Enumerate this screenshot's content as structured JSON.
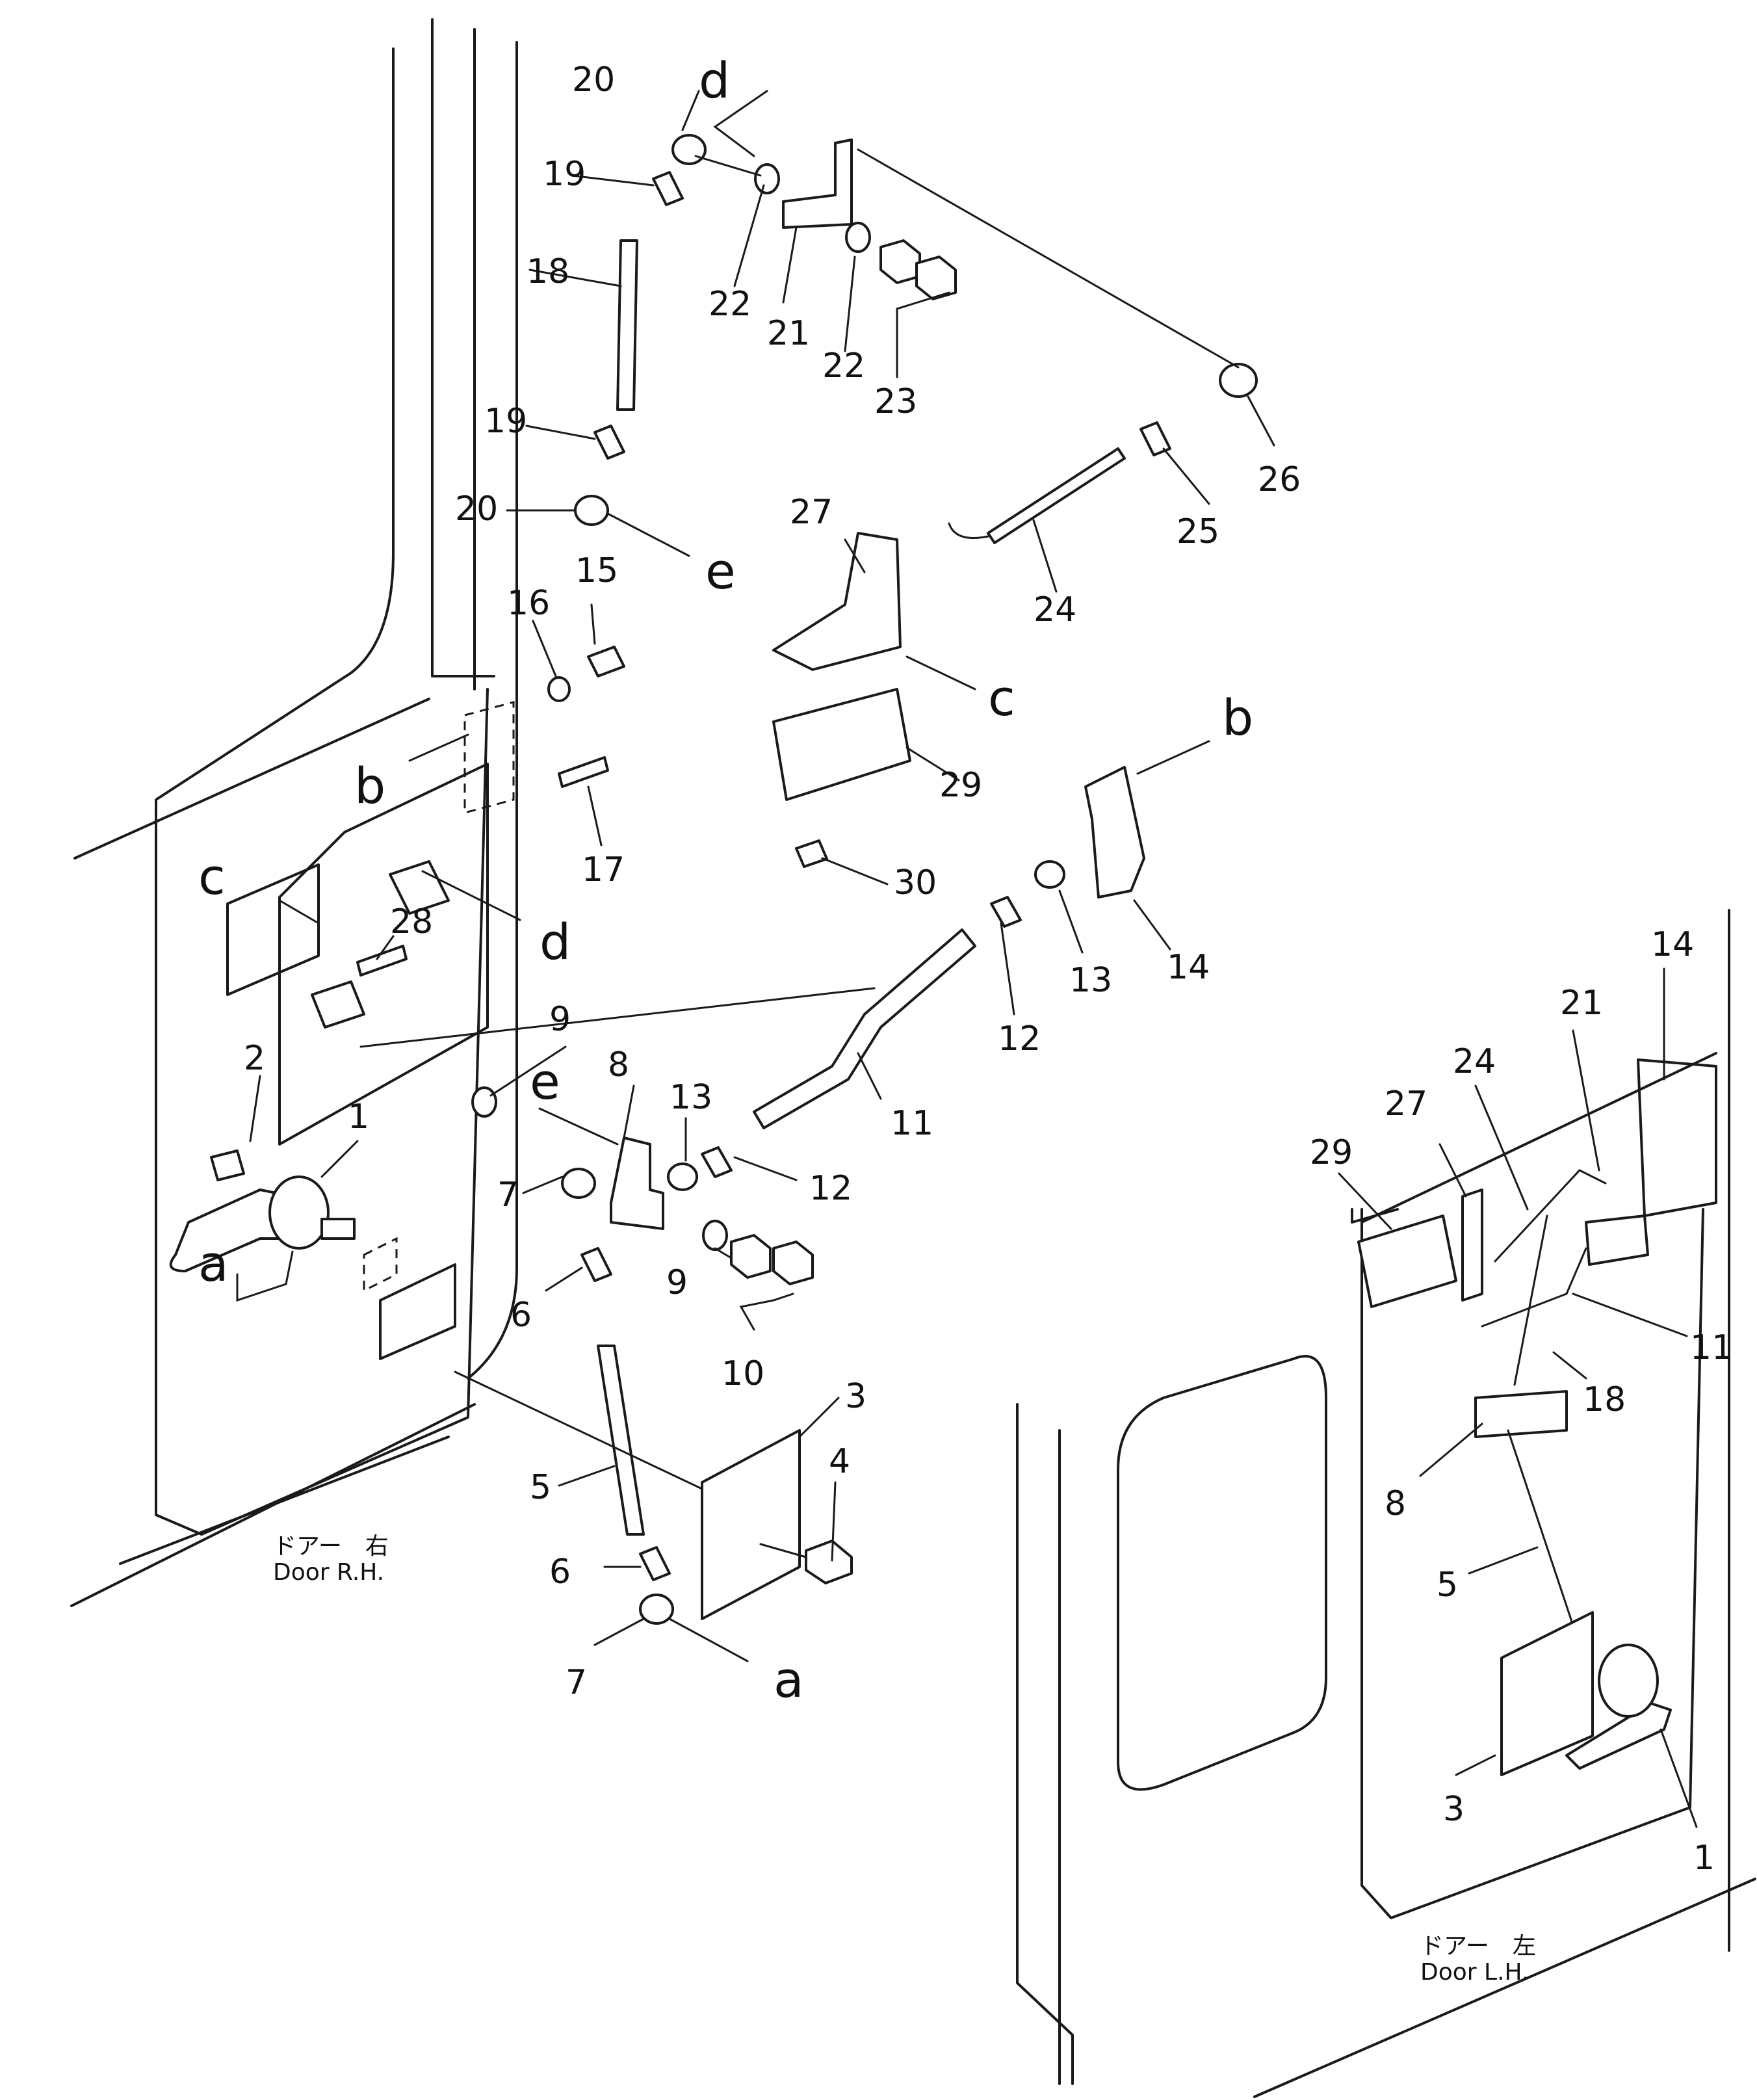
{
  "caption_rh": {
    "jp": "ドアー　右",
    "en": "Door R.H."
  },
  "caption_lh": {
    "jp": "ドアー　左",
    "en": "Door L.H."
  },
  "ref_letters": [
    "a",
    "b",
    "c",
    "d",
    "e"
  ],
  "part_numbers": [
    "1",
    "2",
    "3",
    "4",
    "5",
    "6",
    "7",
    "8",
    "9",
    "10",
    "11",
    "12",
    "13",
    "14",
    "15",
    "16",
    "17",
    "18",
    "19",
    "20",
    "21",
    "22",
    "23",
    "24",
    "25",
    "26",
    "27",
    "28",
    "29",
    "30"
  ]
}
